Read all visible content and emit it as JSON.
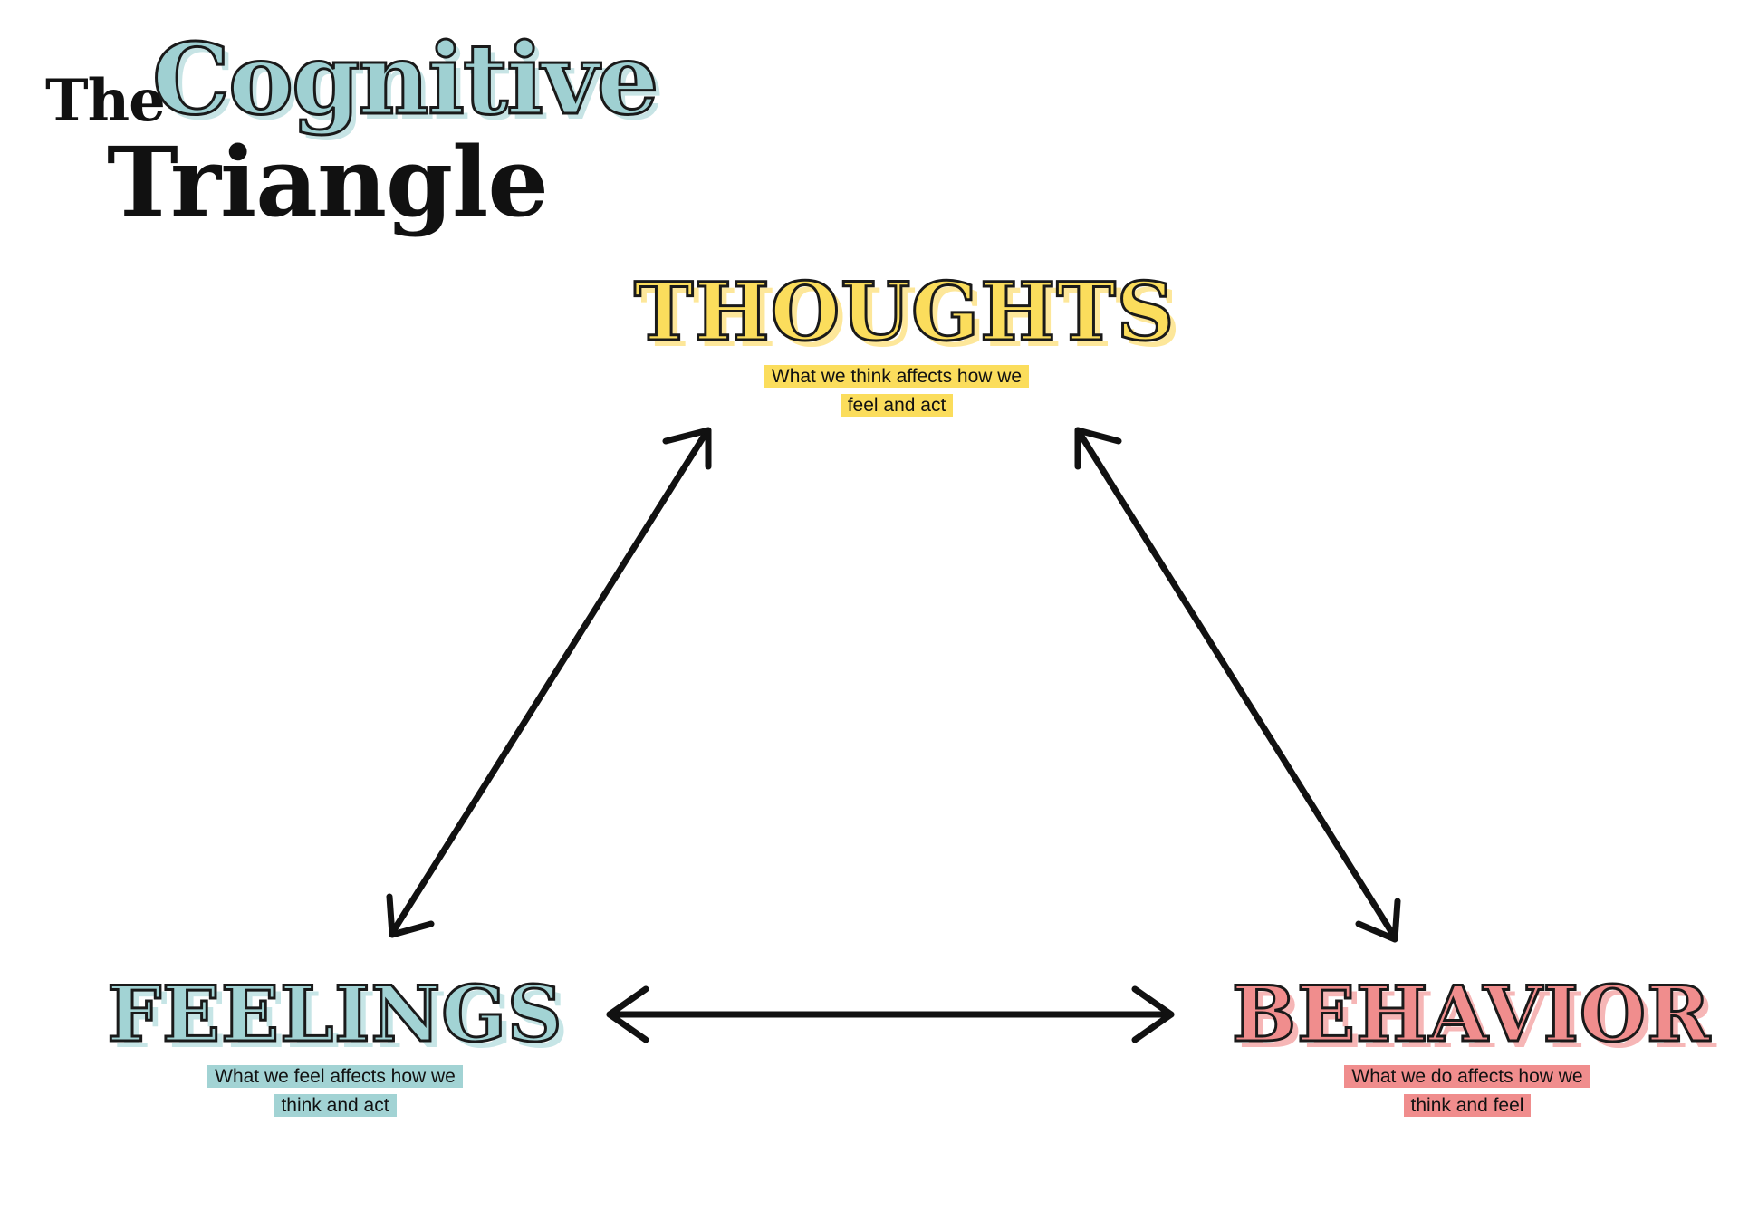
{
  "title": {
    "the": "The",
    "cognitive": "Cognitive",
    "triangle": "Triangle"
  },
  "nodes": {
    "thoughts": {
      "label": "THOUGHTS",
      "desc_line1": "What we think affects how we",
      "desc_line2": "feel and act",
      "color": "#fbdd5c"
    },
    "feelings": {
      "label": "FEELINGS",
      "desc_line1": "What we feel  affects how we",
      "desc_line2": "think and act",
      "color": "#a2d3d4"
    },
    "behavior": {
      "label": "BEHAVIOR",
      "desc_line1": "What we do  affects how we",
      "desc_line2": "think and feel",
      "color": "#f08d8d"
    }
  },
  "connections": [
    {
      "from": "thoughts",
      "to": "feelings",
      "type": "bidirectional"
    },
    {
      "from": "thoughts",
      "to": "behavior",
      "type": "bidirectional"
    },
    {
      "from": "feelings",
      "to": "behavior",
      "type": "bidirectional"
    }
  ]
}
